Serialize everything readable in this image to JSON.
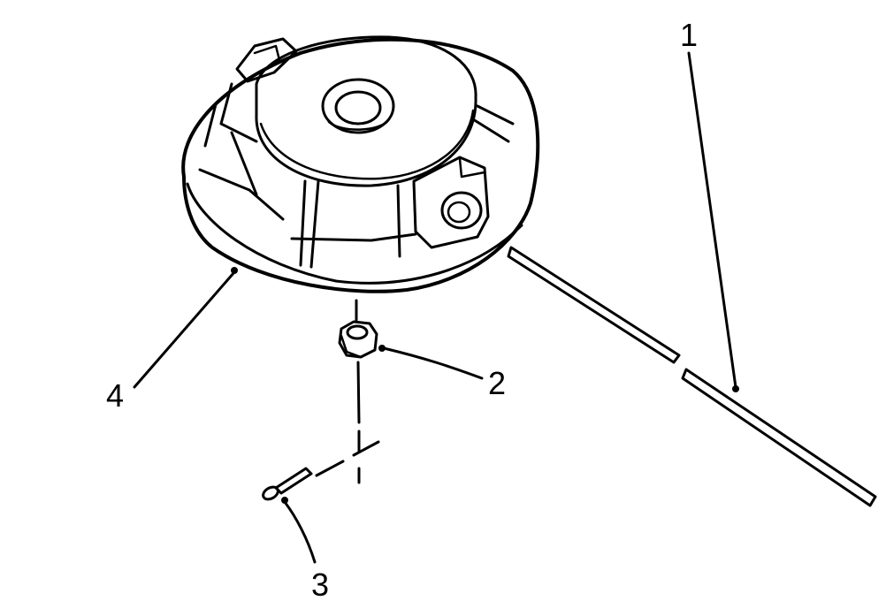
{
  "callouts": {
    "line": "1",
    "nut": "2",
    "cotter_pin": "3",
    "spool_housing": "4"
  },
  "colors": {
    "ink": "#000000",
    "paper": "#ffffff"
  }
}
